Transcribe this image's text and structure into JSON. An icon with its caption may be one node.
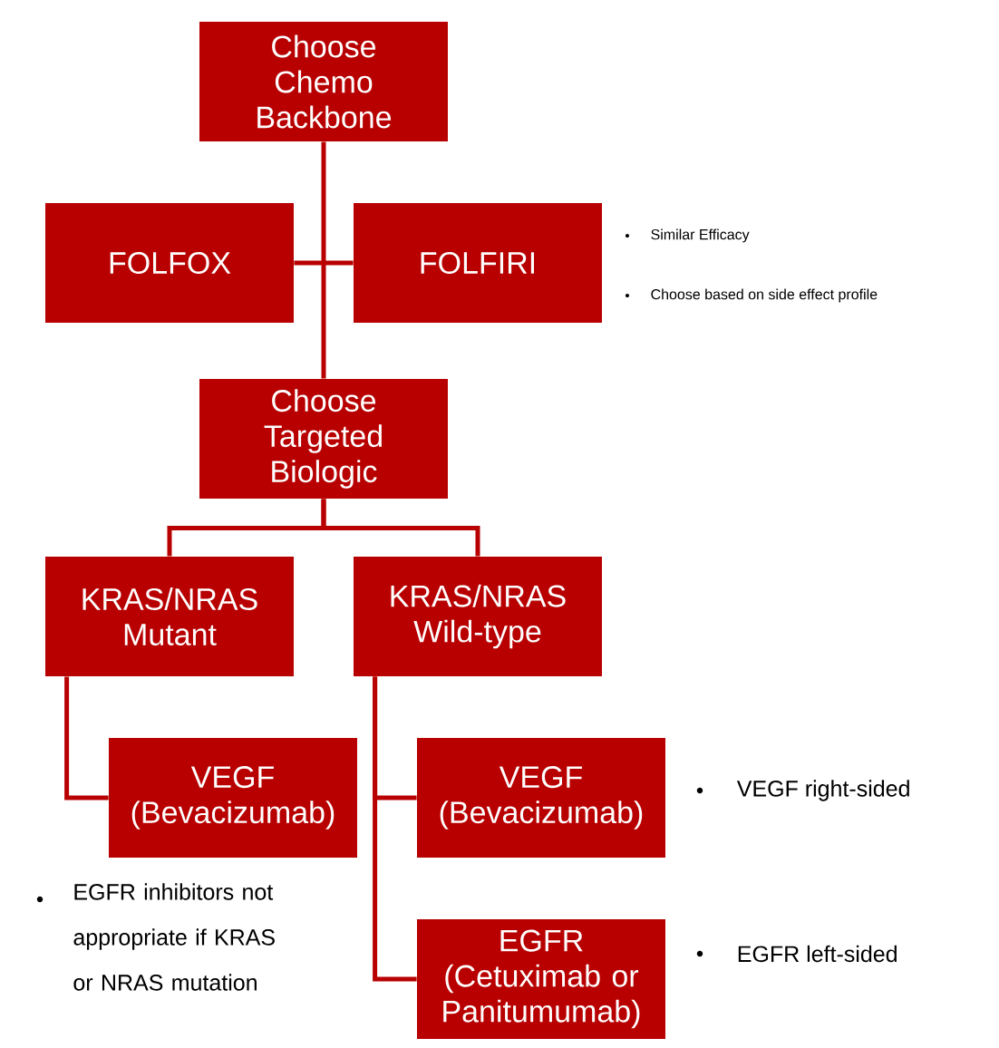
{
  "diagram": {
    "nodes": [
      {
        "text": [
          "Choose Chemo Backbone"
        ]
      },
      {
        "text": [
          "FOLFOX"
        ]
      },
      {
        "text": [
          "FOLFIRI"
        ],
        "beside": [
          "Similar Efficacy",
          "Choose based on side effect profile"
        ]
      },
      {
        "text": [
          "Choose Targeted Biologic"
        ]
      },
      {
        "text": [
          "KRAS/NRAS Mutant"
        ]
      },
      {
        "text": [
          "KRAS/NRAS Wild-type"
        ]
      },
      {
        "text": [
          "VEGF (Bevacizumab)"
        ]
      },
      {
        "text": [
          "VEGF (Bevacizumab)"
        ],
        "beside": [
          "VEGF right-sided"
        ]
      },
      {
        "text": [
          "EGFR (Cetuximab or Panitumumab)"
        ],
        "beside": [
          "EGFR left-sided"
        ]
      }
    ],
    "edges": [
      {
        "from": 0,
        "to": 3,
        "arrow": "none"
      },
      {
        "from": 1,
        "to": 2,
        "arrow": "none"
      },
      {
        "from": 3,
        "to": 4,
        "arrow": "none"
      },
      {
        "from": 3,
        "to": 5,
        "arrow": "none"
      },
      {
        "from": 4,
        "to": 6,
        "arrow": "none"
      },
      {
        "from": 5,
        "to": 7,
        "arrow": "none"
      },
      {
        "from": 5,
        "to": 8,
        "arrow": "none"
      }
    ],
    "labels": [
      "EGFR inhibitors not appropriate if KRAS or NRAS mutation"
    ]
  }
}
